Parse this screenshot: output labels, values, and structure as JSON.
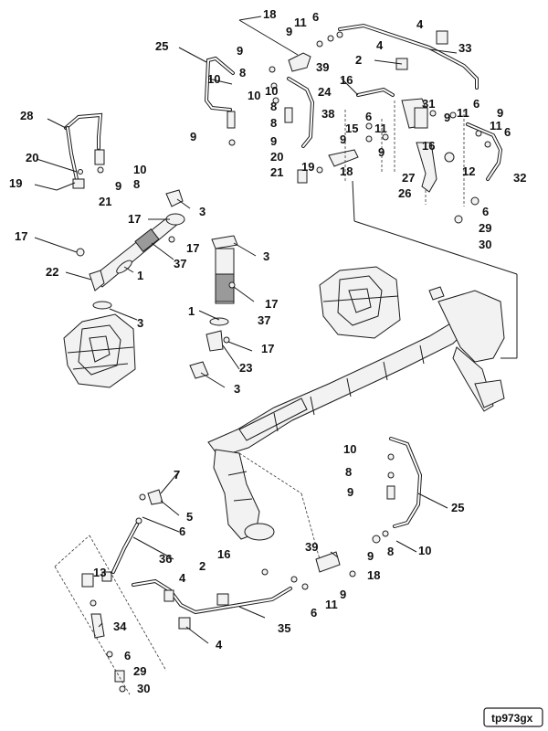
{
  "figure": {
    "ref_code": "tp973gx",
    "callouts": [
      {
        "id": "c1",
        "text": "18"
      },
      {
        "id": "c2",
        "text": "6"
      },
      {
        "id": "c3",
        "text": "9"
      },
      {
        "id": "c4",
        "text": "11"
      },
      {
        "id": "c5",
        "text": "4"
      },
      {
        "id": "c6",
        "text": "25"
      },
      {
        "id": "c7",
        "text": "9"
      },
      {
        "id": "c8",
        "text": "4"
      },
      {
        "id": "c9",
        "text": "33"
      },
      {
        "id": "c10",
        "text": "39"
      },
      {
        "id": "c11",
        "text": "2"
      },
      {
        "id": "c12",
        "text": "10"
      },
      {
        "id": "c13",
        "text": "8"
      },
      {
        "id": "c14",
        "text": "16"
      },
      {
        "id": "c15",
        "text": "10"
      },
      {
        "id": "c16",
        "text": "24"
      },
      {
        "id": "c17",
        "text": "10"
      },
      {
        "id": "c18",
        "text": "28"
      },
      {
        "id": "c19",
        "text": "8"
      },
      {
        "id": "c20",
        "text": "38"
      },
      {
        "id": "c21",
        "text": "31"
      },
      {
        "id": "c22",
        "text": "9"
      },
      {
        "id": "c23",
        "text": "6"
      },
      {
        "id": "c24",
        "text": "9"
      },
      {
        "id": "c25",
        "text": "11"
      },
      {
        "id": "c26",
        "text": "6"
      },
      {
        "id": "c27",
        "text": "8"
      },
      {
        "id": "c28",
        "text": "15"
      },
      {
        "id": "c29",
        "text": "11"
      },
      {
        "id": "c30",
        "text": "9"
      },
      {
        "id": "c31",
        "text": "9"
      },
      {
        "id": "c32",
        "text": "11"
      },
      {
        "id": "c33",
        "text": "9"
      },
      {
        "id": "c34",
        "text": "6"
      },
      {
        "id": "c35",
        "text": "9"
      },
      {
        "id": "c36",
        "text": "16"
      },
      {
        "id": "c37",
        "text": "20"
      },
      {
        "id": "c38",
        "text": "10"
      },
      {
        "id": "c39",
        "text": "19"
      },
      {
        "id": "c40",
        "text": "12"
      },
      {
        "id": "c41",
        "text": "20"
      },
      {
        "id": "c42",
        "text": "9"
      },
      {
        "id": "c43",
        "text": "8"
      },
      {
        "id": "c44",
        "text": "21"
      },
      {
        "id": "c45",
        "text": "18"
      },
      {
        "id": "c46",
        "text": "27"
      },
      {
        "id": "c47",
        "text": "32"
      },
      {
        "id": "c48",
        "text": "19"
      },
      {
        "id": "c49",
        "text": "21"
      },
      {
        "id": "c50",
        "text": "26"
      },
      {
        "id": "c51",
        "text": "6"
      },
      {
        "id": "c52",
        "text": "3"
      },
      {
        "id": "c53",
        "text": "29"
      },
      {
        "id": "c54",
        "text": "17"
      },
      {
        "id": "c55",
        "text": "30"
      },
      {
        "id": "c56",
        "text": "17"
      },
      {
        "id": "c57",
        "text": "3"
      },
      {
        "id": "c58",
        "text": "17"
      },
      {
        "id": "c59",
        "text": "37"
      },
      {
        "id": "c60",
        "text": "22"
      },
      {
        "id": "c61",
        "text": "1"
      },
      {
        "id": "c62",
        "text": "3"
      },
      {
        "id": "c63",
        "text": "17"
      },
      {
        "id": "c64",
        "text": "1"
      },
      {
        "id": "c65",
        "text": "37"
      },
      {
        "id": "c66",
        "text": "17"
      },
      {
        "id": "c67",
        "text": "23"
      },
      {
        "id": "c68",
        "text": "3"
      },
      {
        "id": "c69",
        "text": "10"
      },
      {
        "id": "c70",
        "text": "7"
      },
      {
        "id": "c71",
        "text": "8"
      },
      {
        "id": "c72",
        "text": "5"
      },
      {
        "id": "c73",
        "text": "9"
      },
      {
        "id": "c74",
        "text": "6"
      },
      {
        "id": "c75",
        "text": "25"
      },
      {
        "id": "c76",
        "text": "36"
      },
      {
        "id": "c77",
        "text": "39"
      },
      {
        "id": "c78",
        "text": "16"
      },
      {
        "id": "c79",
        "text": "9"
      },
      {
        "id": "c80",
        "text": "8"
      },
      {
        "id": "c81",
        "text": "10"
      },
      {
        "id": "c82",
        "text": "13"
      },
      {
        "id": "c83",
        "text": "2"
      },
      {
        "id": "c84",
        "text": "18"
      },
      {
        "id": "c85",
        "text": "4"
      },
      {
        "id": "c86",
        "text": "9"
      },
      {
        "id": "c87",
        "text": "11"
      },
      {
        "id": "c88",
        "text": "6"
      },
      {
        "id": "c89",
        "text": "34"
      },
      {
        "id": "c90",
        "text": "35"
      },
      {
        "id": "c91",
        "text": "4"
      },
      {
        "id": "c92",
        "text": "6"
      },
      {
        "id": "c93",
        "text": "29"
      },
      {
        "id": "c94",
        "text": "30"
      }
    ]
  }
}
